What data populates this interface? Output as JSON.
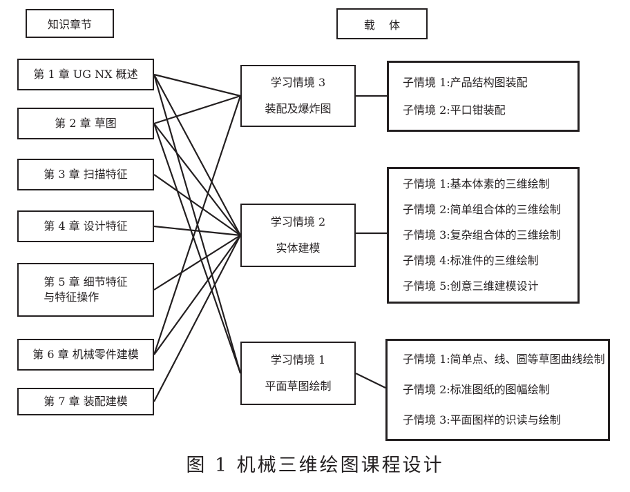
{
  "headers": {
    "knowledge": "知识章节",
    "carrier": "载    体"
  },
  "chapters": [
    {
      "label": "第 1 章  UG NX 概述"
    },
    {
      "label": "第 2 章  草图"
    },
    {
      "label": "第 3 章  扫描特征"
    },
    {
      "label": "第 4 章  设计特征"
    },
    {
      "label": "第 5 章  细节特征\n与特征操作"
    },
    {
      "label": "第 6 章  机械零件建模"
    },
    {
      "label": "第 7 章  装配建模"
    }
  ],
  "scenarios": [
    {
      "line1": "学习情境 3",
      "line2": "装配及爆炸图",
      "subs": [
        "子情境 1:产品结构图装配",
        "子情境 2:平口钳装配"
      ]
    },
    {
      "line1": "学习情境 2",
      "line2": "实体建模",
      "subs": [
        "子情境 1:基本体素的三维绘制",
        "子情境 2:简单组合体的三维绘制",
        "子情境 3:复杂组合体的三维绘制",
        "子情境 4:标准件的三维绘制",
        "子情境 5:创意三维建模设计"
      ]
    },
    {
      "line1": "学习情境 1",
      "line2": "平面草图绘制",
      "subs": [
        "子情境 1:简单点、线、圆等草图曲线绘制",
        "子情境 2:标准图纸的图幅绘制",
        "子情境 3:平面图样的识读与绘制"
      ]
    }
  ],
  "connections": [
    {
      "chapter": 0,
      "scenario": 0
    },
    {
      "chapter": 0,
      "scenario": 1
    },
    {
      "chapter": 0,
      "scenario": 2
    },
    {
      "chapter": 1,
      "scenario": 0
    },
    {
      "chapter": 1,
      "scenario": 1
    },
    {
      "chapter": 1,
      "scenario": 2
    },
    {
      "chapter": 2,
      "scenario": 1
    },
    {
      "chapter": 3,
      "scenario": 1
    },
    {
      "chapter": 4,
      "scenario": 1
    },
    {
      "chapter": 5,
      "scenario": 0
    },
    {
      "chapter": 5,
      "scenario": 1
    },
    {
      "chapter": 6,
      "scenario": 1
    }
  ],
  "caption": "图 1   机械三维绘图课程设计"
}
